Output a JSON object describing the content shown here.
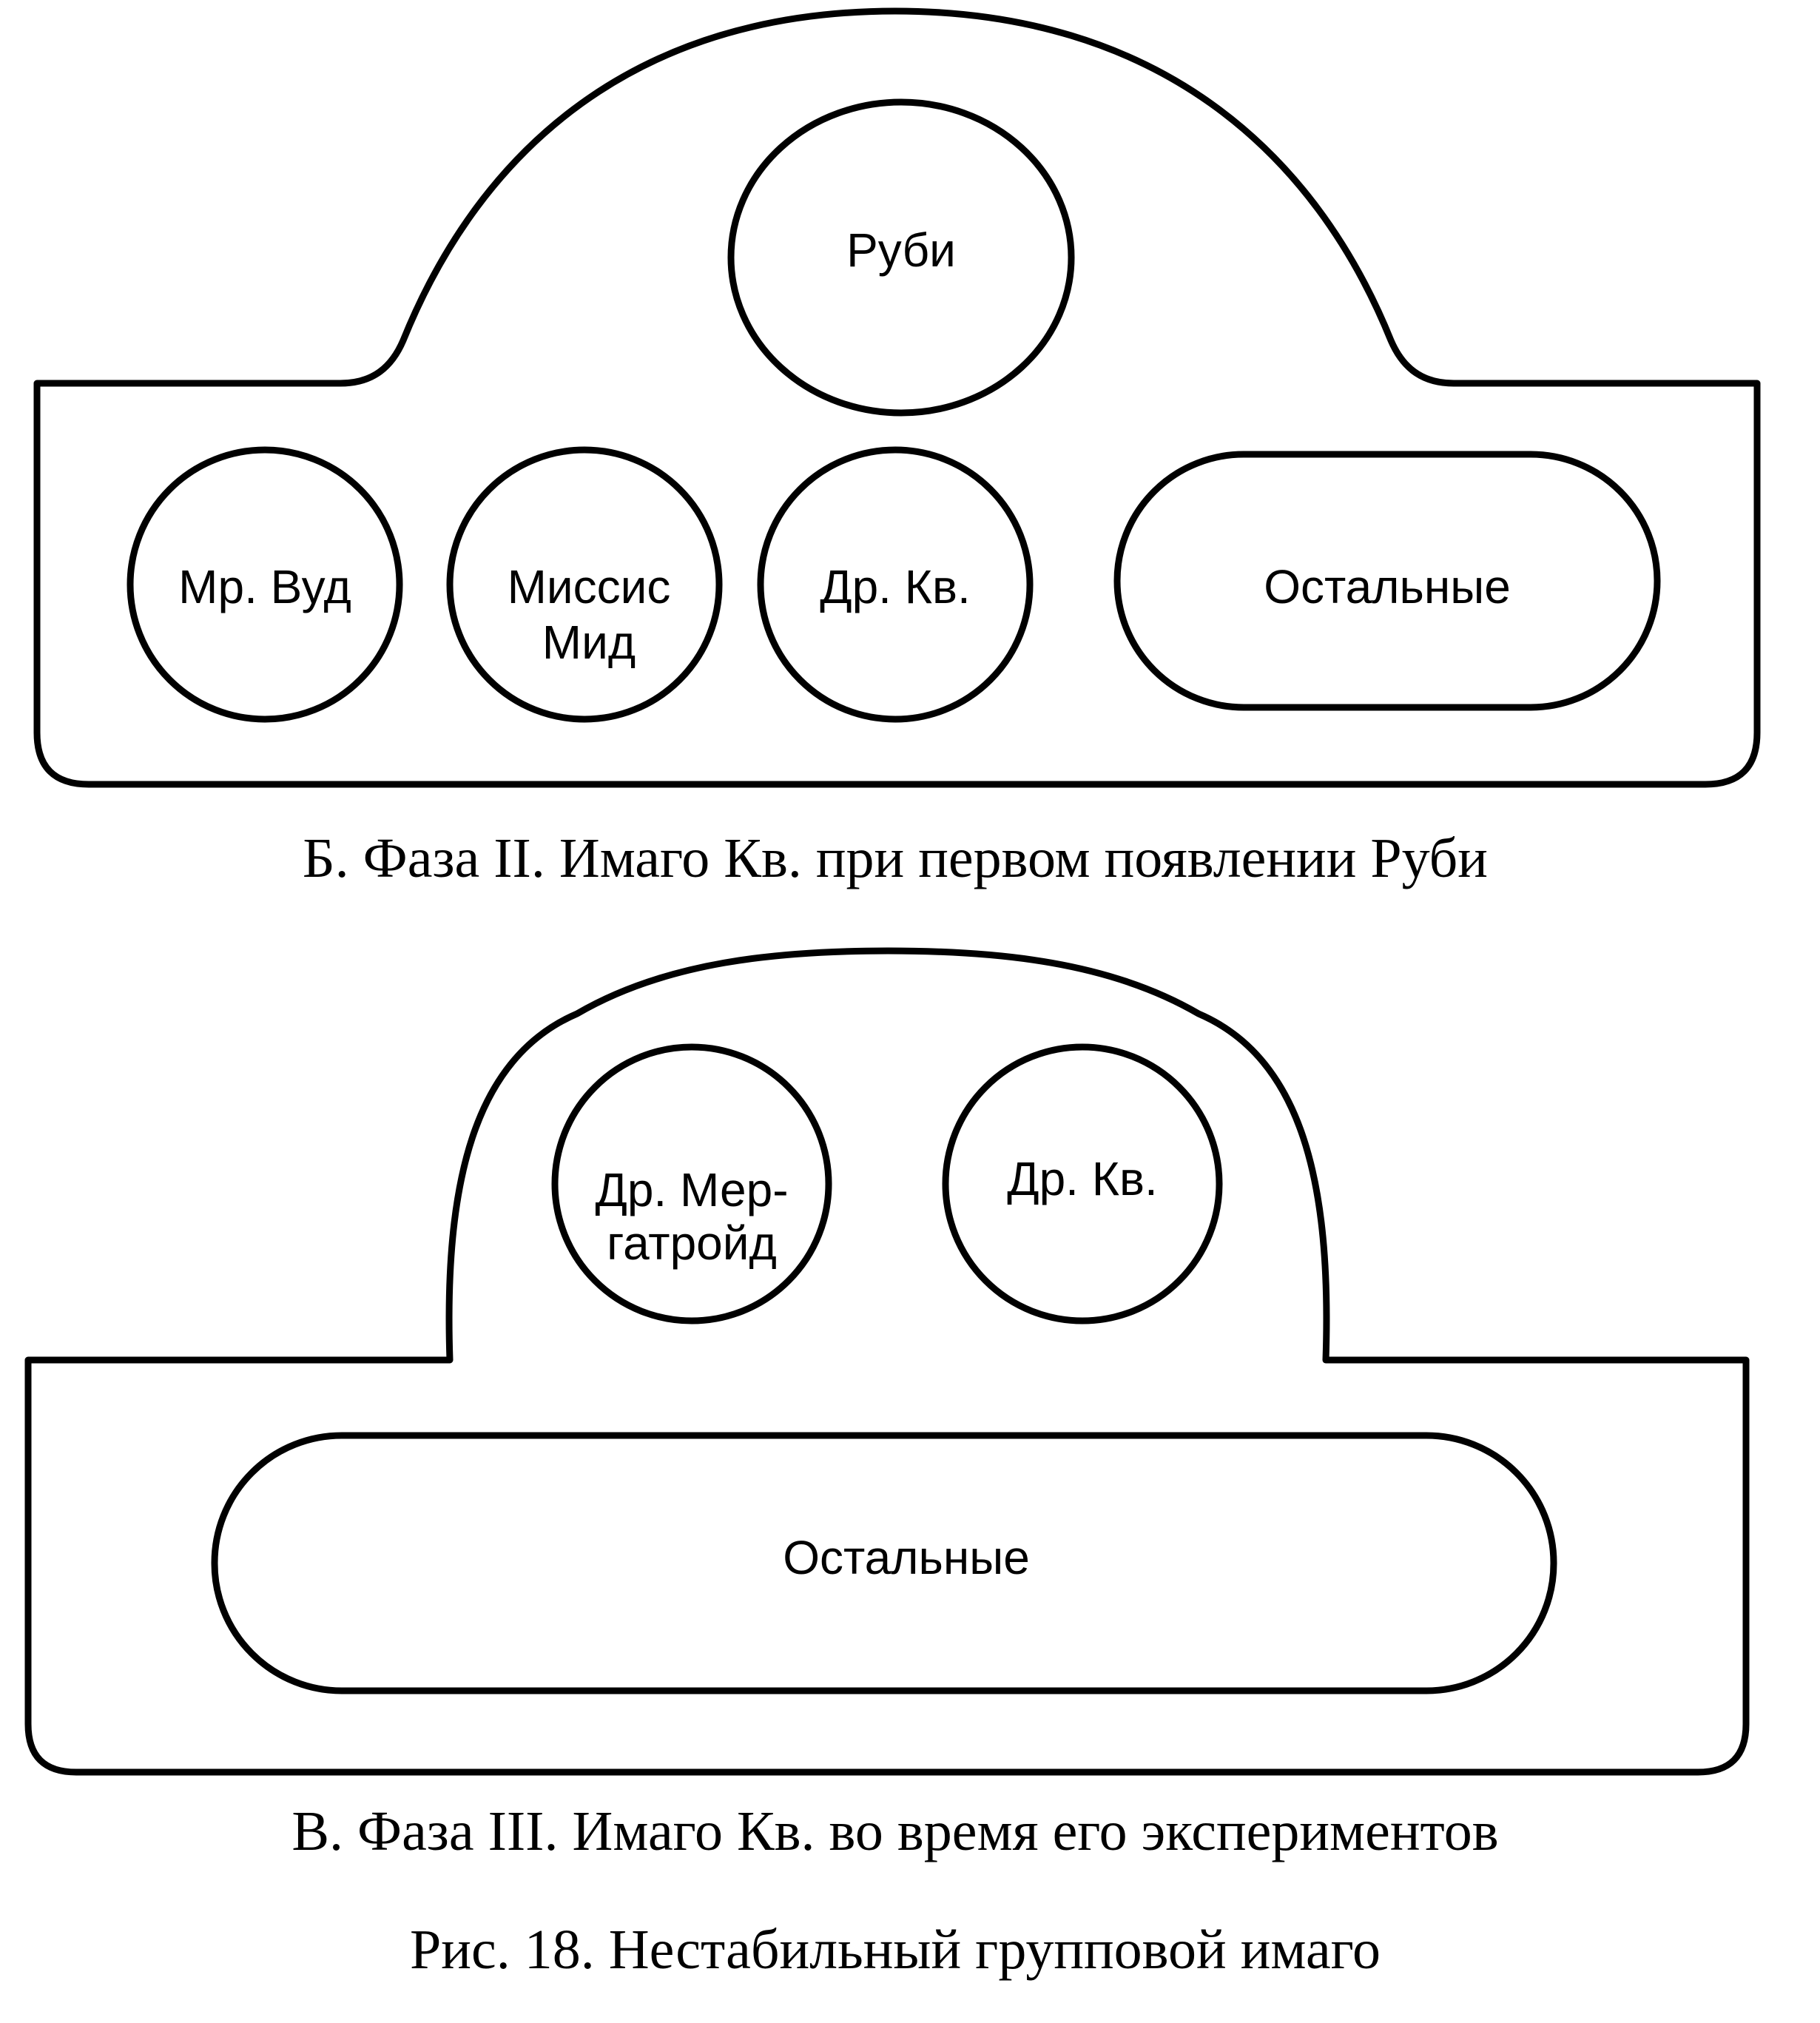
{
  "diagram_b": {
    "top_node": "Руби",
    "nodes": [
      {
        "id": "mr-wood",
        "lines": [
          "Мр. Вуд"
        ]
      },
      {
        "id": "mrs-mead",
        "lines": [
          "Миссис",
          "Мид"
        ]
      },
      {
        "id": "dr-q",
        "lines": [
          "Др. Кв."
        ]
      },
      {
        "id": "others",
        "lines": [
          "Остальные"
        ]
      }
    ],
    "caption": "Б. Фаза II. Имаго Кв. при первом появлении Руби"
  },
  "diagram_c": {
    "nodes": [
      {
        "id": "dr-murgatroyd",
        "lines": [
          "Др. Мер-",
          "гатройд"
        ]
      },
      {
        "id": "dr-q",
        "lines": [
          "Др. Кв."
        ]
      },
      {
        "id": "others",
        "lines": [
          "Остальные"
        ]
      }
    ],
    "caption": "В. Фаза III. Имаго Кв. во время его экспериментов"
  },
  "figure_caption": "Рис. 18. Нестабильный групповой имаго"
}
